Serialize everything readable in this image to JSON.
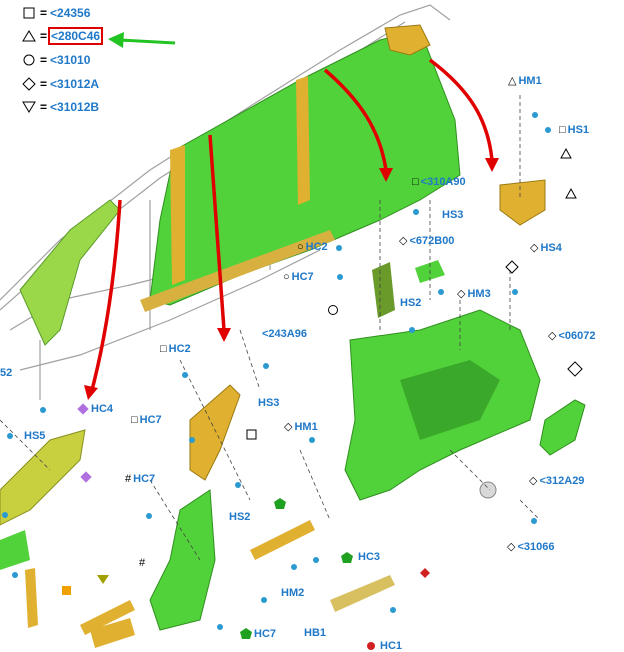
{
  "legend": [
    {
      "symbol": "square",
      "eq": "=",
      "code": "<24356"
    },
    {
      "symbol": "triangle",
      "eq": "=",
      "code": "<280C46"
    },
    {
      "symbol": "circle",
      "eq": "=",
      "code": "<31010"
    },
    {
      "symbol": "diamond",
      "eq": "=",
      "code": "<31012A"
    },
    {
      "symbol": "triangle-down",
      "eq": "=",
      "code": "<31012B"
    }
  ],
  "callouts": {
    "hm1_top": "HM1",
    "hs1": "HS1",
    "p310a90": "<310A90",
    "hs3_top": "HS3",
    "hc2_top": "HC2",
    "p672b00": "<672B00",
    "hs4": "HS4",
    "hc7_top": "HC7",
    "hm3": "HM3",
    "hs2_mid": "HS2",
    "p06072": "<06072",
    "p243a96": "<243A96",
    "hc2_left": "HC2",
    "hs3_left": "HS3",
    "hc4": "HC4",
    "hs5": "HS5",
    "hc7_left": "HC7",
    "hm1_mid": "HM1",
    "hc7_low": "HC7",
    "hs2_low": "HS2",
    "p312a29": "<312A29",
    "p31066": "<31066",
    "hc3": "HC3",
    "hm2": "HM2",
    "hc7_bottom": "HC7",
    "hb1": "HB1",
    "hc1": "HC1",
    "n52": "52",
    "hash1": "#",
    "hash2": "#"
  },
  "colors": {
    "part_green": "#52d23a",
    "part_yellow": "#e0b030",
    "accent_blue": "#1f78c8",
    "arrow_red": "#e00000",
    "arrow_green": "#22c422"
  }
}
